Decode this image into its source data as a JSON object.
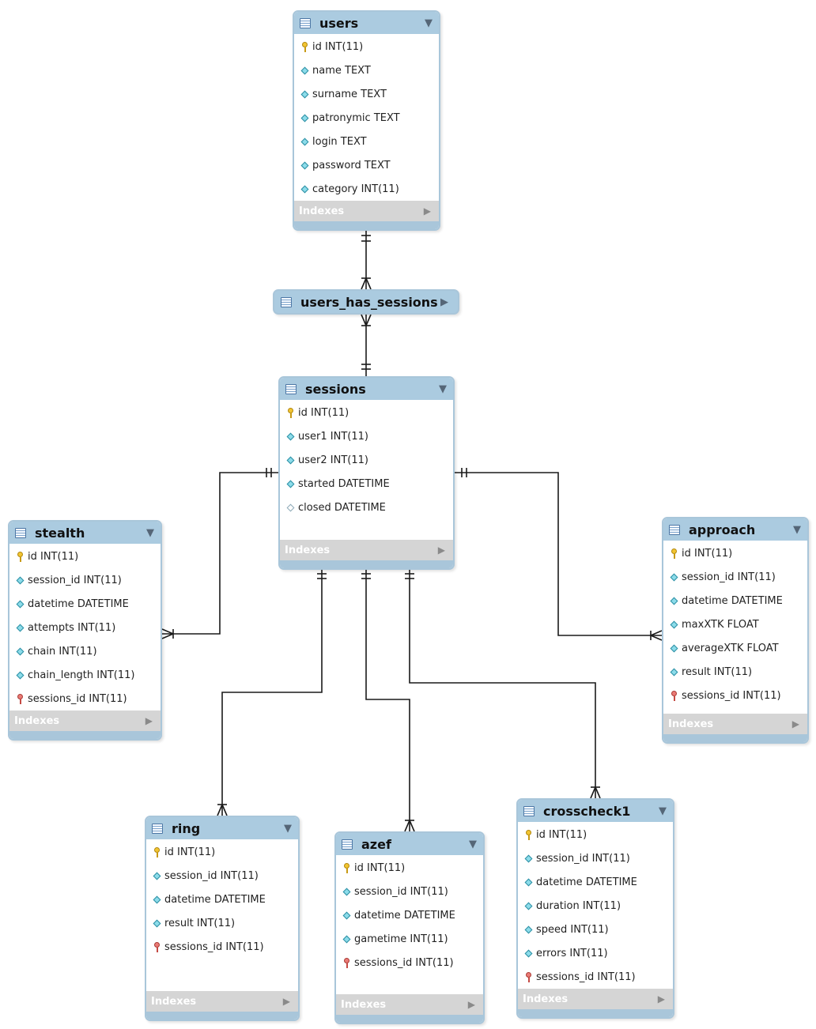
{
  "diagram": {
    "tables": {
      "users": {
        "name": "users",
        "footer": "Indexes",
        "columns": [
          {
            "text": "id INT(11)",
            "icon": "primary-key-icon"
          },
          {
            "text": "name TEXT",
            "icon": "column-diamond-icon"
          },
          {
            "text": "surname TEXT",
            "icon": "column-diamond-icon"
          },
          {
            "text": "patronymic TEXT",
            "icon": "column-diamond-icon"
          },
          {
            "text": "login TEXT",
            "icon": "column-diamond-icon"
          },
          {
            "text": "password TEXT",
            "icon": "column-diamond-icon"
          },
          {
            "text": "category INT(11)",
            "icon": "column-diamond-icon"
          }
        ]
      },
      "users_has_sessions": {
        "name": "users_has_sessions"
      },
      "sessions": {
        "name": "sessions",
        "footer": "Indexes",
        "columns": [
          {
            "text": "id INT(11)",
            "icon": "primary-key-icon"
          },
          {
            "text": "user1 INT(11)",
            "icon": "column-diamond-icon"
          },
          {
            "text": "user2 INT(11)",
            "icon": "column-diamond-icon"
          },
          {
            "text": "started DATETIME",
            "icon": "column-diamond-icon"
          },
          {
            "text": "closed DATETIME",
            "icon": "nullable-column-diamond-icon"
          }
        ]
      },
      "stealth": {
        "name": "stealth",
        "footer": "Indexes",
        "columns": [
          {
            "text": "id INT(11)",
            "icon": "primary-key-icon"
          },
          {
            "text": "session_id INT(11)",
            "icon": "column-diamond-icon"
          },
          {
            "text": "datetime DATETIME",
            "icon": "column-diamond-icon"
          },
          {
            "text": "attempts INT(11)",
            "icon": "column-diamond-icon"
          },
          {
            "text": "chain INT(11)",
            "icon": "column-diamond-icon"
          },
          {
            "text": "chain_length INT(11)",
            "icon": "column-diamond-icon"
          },
          {
            "text": "sessions_id INT(11)",
            "icon": "foreign-key-icon"
          }
        ]
      },
      "approach": {
        "name": "approach",
        "footer": "Indexes",
        "columns": [
          {
            "text": "id INT(11)",
            "icon": "primary-key-icon"
          },
          {
            "text": "session_id INT(11)",
            "icon": "column-diamond-icon"
          },
          {
            "text": "datetime DATETIME",
            "icon": "column-diamond-icon"
          },
          {
            "text": "maxXTK FLOAT",
            "icon": "column-diamond-icon"
          },
          {
            "text": "averageXTK FLOAT",
            "icon": "column-diamond-icon"
          },
          {
            "text": "result INT(11)",
            "icon": "column-diamond-icon"
          },
          {
            "text": "sessions_id INT(11)",
            "icon": "foreign-key-icon"
          }
        ]
      },
      "ring": {
        "name": "ring",
        "footer": "Indexes",
        "columns": [
          {
            "text": "id INT(11)",
            "icon": "primary-key-icon"
          },
          {
            "text": "session_id INT(11)",
            "icon": "column-diamond-icon"
          },
          {
            "text": "datetime DATETIME",
            "icon": "column-diamond-icon"
          },
          {
            "text": "result INT(11)",
            "icon": "column-diamond-icon"
          },
          {
            "text": "sessions_id INT(11)",
            "icon": "foreign-key-icon"
          }
        ]
      },
      "azef": {
        "name": "azef",
        "footer": "Indexes",
        "columns": [
          {
            "text": "id INT(11)",
            "icon": "primary-key-icon"
          },
          {
            "text": "session_id INT(11)",
            "icon": "column-diamond-icon"
          },
          {
            "text": "datetime DATETIME",
            "icon": "column-diamond-icon"
          },
          {
            "text": "gametime INT(11)",
            "icon": "column-diamond-icon"
          },
          {
            "text": "sessions_id INT(11)",
            "icon": "foreign-key-icon"
          }
        ]
      },
      "crosscheck1": {
        "name": "crosscheck1",
        "footer": "Indexes",
        "columns": [
          {
            "text": "id INT(11)",
            "icon": "primary-key-icon"
          },
          {
            "text": "session_id INT(11)",
            "icon": "column-diamond-icon"
          },
          {
            "text": "datetime DATETIME",
            "icon": "column-diamond-icon"
          },
          {
            "text": "duration INT(11)",
            "icon": "column-diamond-icon"
          },
          {
            "text": "speed INT(11)",
            "icon": "column-diamond-icon"
          },
          {
            "text": "errors INT(11)",
            "icon": "column-diamond-icon"
          },
          {
            "text": "sessions_id INT(11)",
            "icon": "foreign-key-icon"
          }
        ]
      }
    },
    "relationships": [
      {
        "from": "users",
        "to": "users_has_sessions",
        "cardinality": "one-to-many"
      },
      {
        "from": "sessions",
        "to": "users_has_sessions",
        "cardinality": "one-to-many"
      },
      {
        "from": "sessions",
        "to": "stealth",
        "cardinality": "one-to-many"
      },
      {
        "from": "sessions",
        "to": "approach",
        "cardinality": "one-to-many"
      },
      {
        "from": "sessions",
        "to": "ring",
        "cardinality": "one-to-many"
      },
      {
        "from": "sessions",
        "to": "azef",
        "cardinality": "one-to-many"
      },
      {
        "from": "sessions",
        "to": "crosscheck1",
        "cardinality": "one-to-many"
      }
    ],
    "colors": {
      "header": "#abcbe0",
      "border": "#a9c6da",
      "footer": "#d5d5d5",
      "line": "#1a1a1a"
    }
  }
}
